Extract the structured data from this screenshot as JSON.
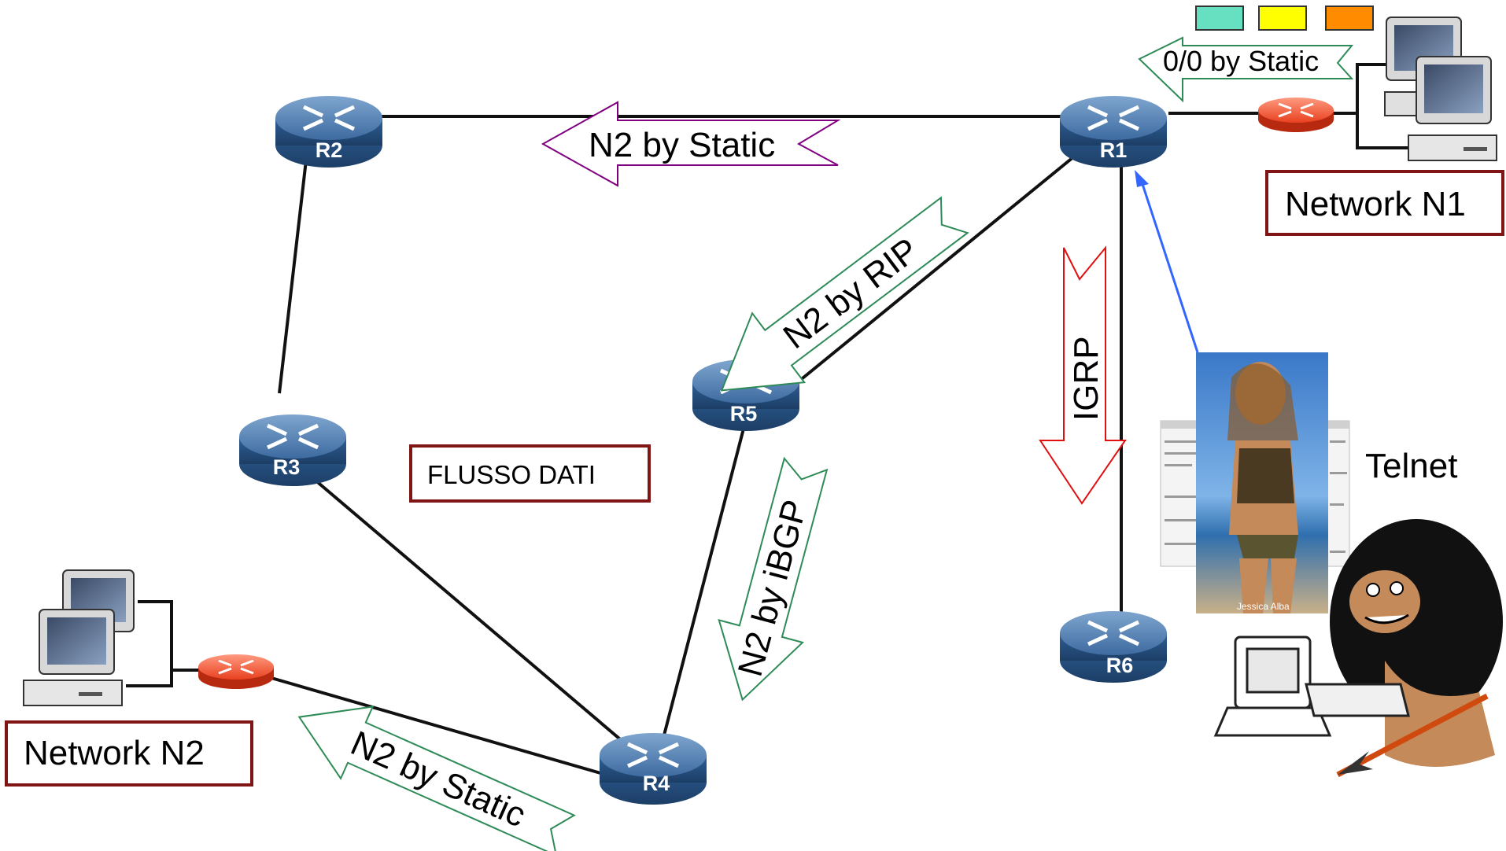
{
  "routers": [
    {
      "id": "R1",
      "label": "R1"
    },
    {
      "id": "R2",
      "label": "R2"
    },
    {
      "id": "R3",
      "label": "R3"
    },
    {
      "id": "R4",
      "label": "R4"
    },
    {
      "id": "R5",
      "label": "R5"
    },
    {
      "id": "R6",
      "label": "R6"
    }
  ],
  "arrows": {
    "static_r1": "0/0 by Static",
    "static_r2": "N2 by Static",
    "rip": "N2 by RIP",
    "igrp": "IGRP",
    "ibgp": "N2 by iBGP",
    "static_r4": "N2 by Static"
  },
  "boxes": {
    "network_n1": "Network N1",
    "network_n2": "Network N2",
    "flusso": "FLUSSO DATI"
  },
  "telnet": "Telnet",
  "photo_caption": "Jessica Alba",
  "colors": {
    "router_blue": "#2f5f95",
    "edge_router": "#e8411f",
    "box_border": "#7f1515",
    "arrow_purple": "#800080",
    "arrow_green": "#2e8b57",
    "arrow_red": "#e01010",
    "telnet_line": "#3366ff",
    "legend": [
      "#66e0c0",
      "#ffff00",
      "#ff8c00"
    ]
  }
}
